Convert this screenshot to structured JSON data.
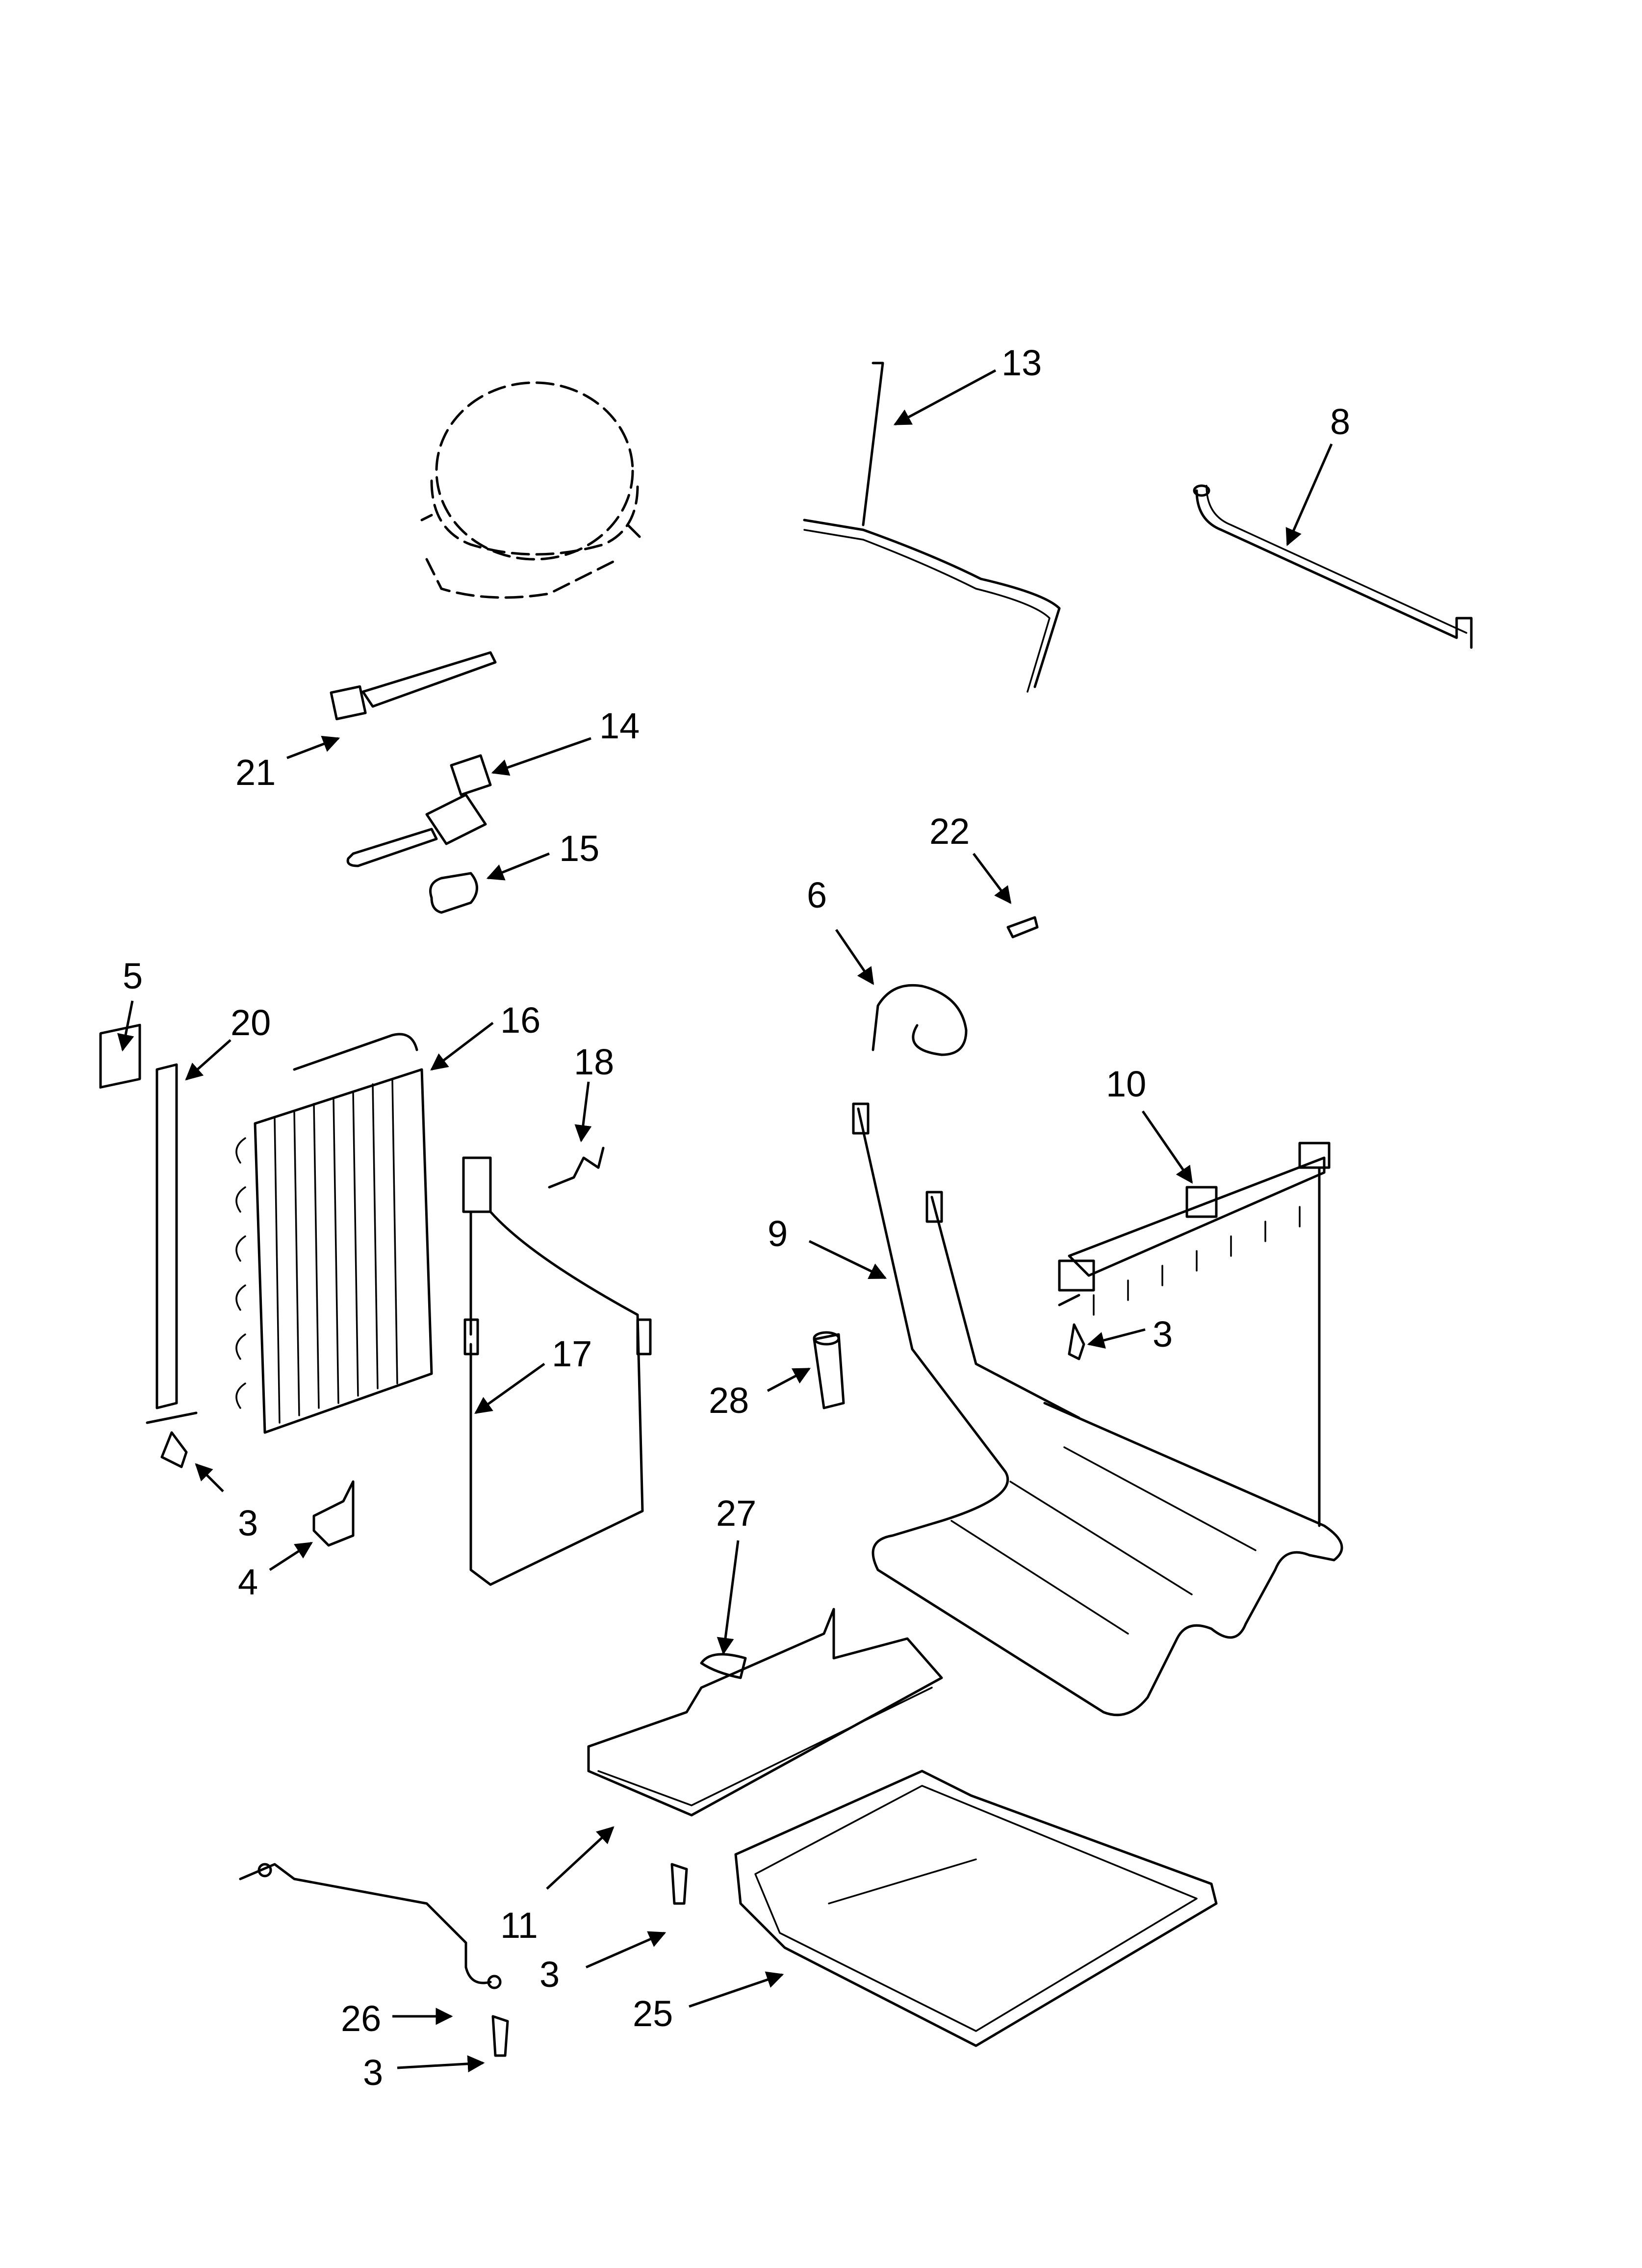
{
  "callouts": [
    {
      "id": "label-13",
      "text": "13"
    },
    {
      "id": "label-8",
      "text": "8"
    },
    {
      "id": "label-21",
      "text": "21"
    },
    {
      "id": "label-14",
      "text": "14"
    },
    {
      "id": "label-15",
      "text": "15"
    },
    {
      "id": "label-22",
      "text": "22"
    },
    {
      "id": "label-6",
      "text": "6"
    },
    {
      "id": "label-5",
      "text": "5"
    },
    {
      "id": "label-20",
      "text": "20"
    },
    {
      "id": "label-16",
      "text": "16"
    },
    {
      "id": "label-18",
      "text": "18"
    },
    {
      "id": "label-10",
      "text": "10"
    },
    {
      "id": "label-9",
      "text": "9"
    },
    {
      "id": "label-3a",
      "text": "3"
    },
    {
      "id": "label-17",
      "text": "17"
    },
    {
      "id": "label-28",
      "text": "28"
    },
    {
      "id": "label-3b",
      "text": "3"
    },
    {
      "id": "label-4",
      "text": "4"
    },
    {
      "id": "label-27",
      "text": "27"
    },
    {
      "id": "label-11",
      "text": "11"
    },
    {
      "id": "label-3c",
      "text": "3"
    },
    {
      "id": "label-25",
      "text": "25"
    },
    {
      "id": "label-26",
      "text": "26"
    },
    {
      "id": "label-3d",
      "text": "3"
    }
  ]
}
